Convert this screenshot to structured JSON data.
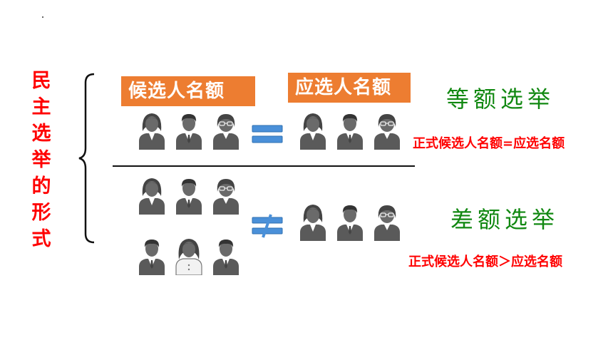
{
  "title_chars": [
    "民",
    "主",
    "选",
    "举",
    "的",
    "形",
    "式"
  ],
  "labels": {
    "candidates": "候选人名额",
    "elected": "应选人名额"
  },
  "equal_election": {
    "title": "等额选举",
    "formula": "正式候选人名额=应选名额"
  },
  "differential_election": {
    "title": "差额选举",
    "formula": "正式候选人名额＞应选名额"
  },
  "colors": {
    "title_red": "#ff0000",
    "label_orange": "#ed7d31",
    "green": "#118811",
    "sign_blue": "#4a90d9",
    "person_gray": "#5a5a5a"
  },
  "icons": {
    "top_left": [
      "woman-icon",
      "man-icon",
      "woman-glasses-icon"
    ],
    "top_right": [
      "woman-icon",
      "man-icon",
      "woman-glasses-icon"
    ],
    "bottom_left_row1": [
      "woman-icon",
      "man-icon",
      "woman-glasses-icon"
    ],
    "bottom_left_row2": [
      "man-icon",
      "woman-white-icon",
      "man-icon"
    ],
    "bottom_right": [
      "woman-icon",
      "man-icon",
      "woman-glasses-icon"
    ],
    "signs": [
      "equals-icon",
      "not-equals-icon"
    ]
  }
}
